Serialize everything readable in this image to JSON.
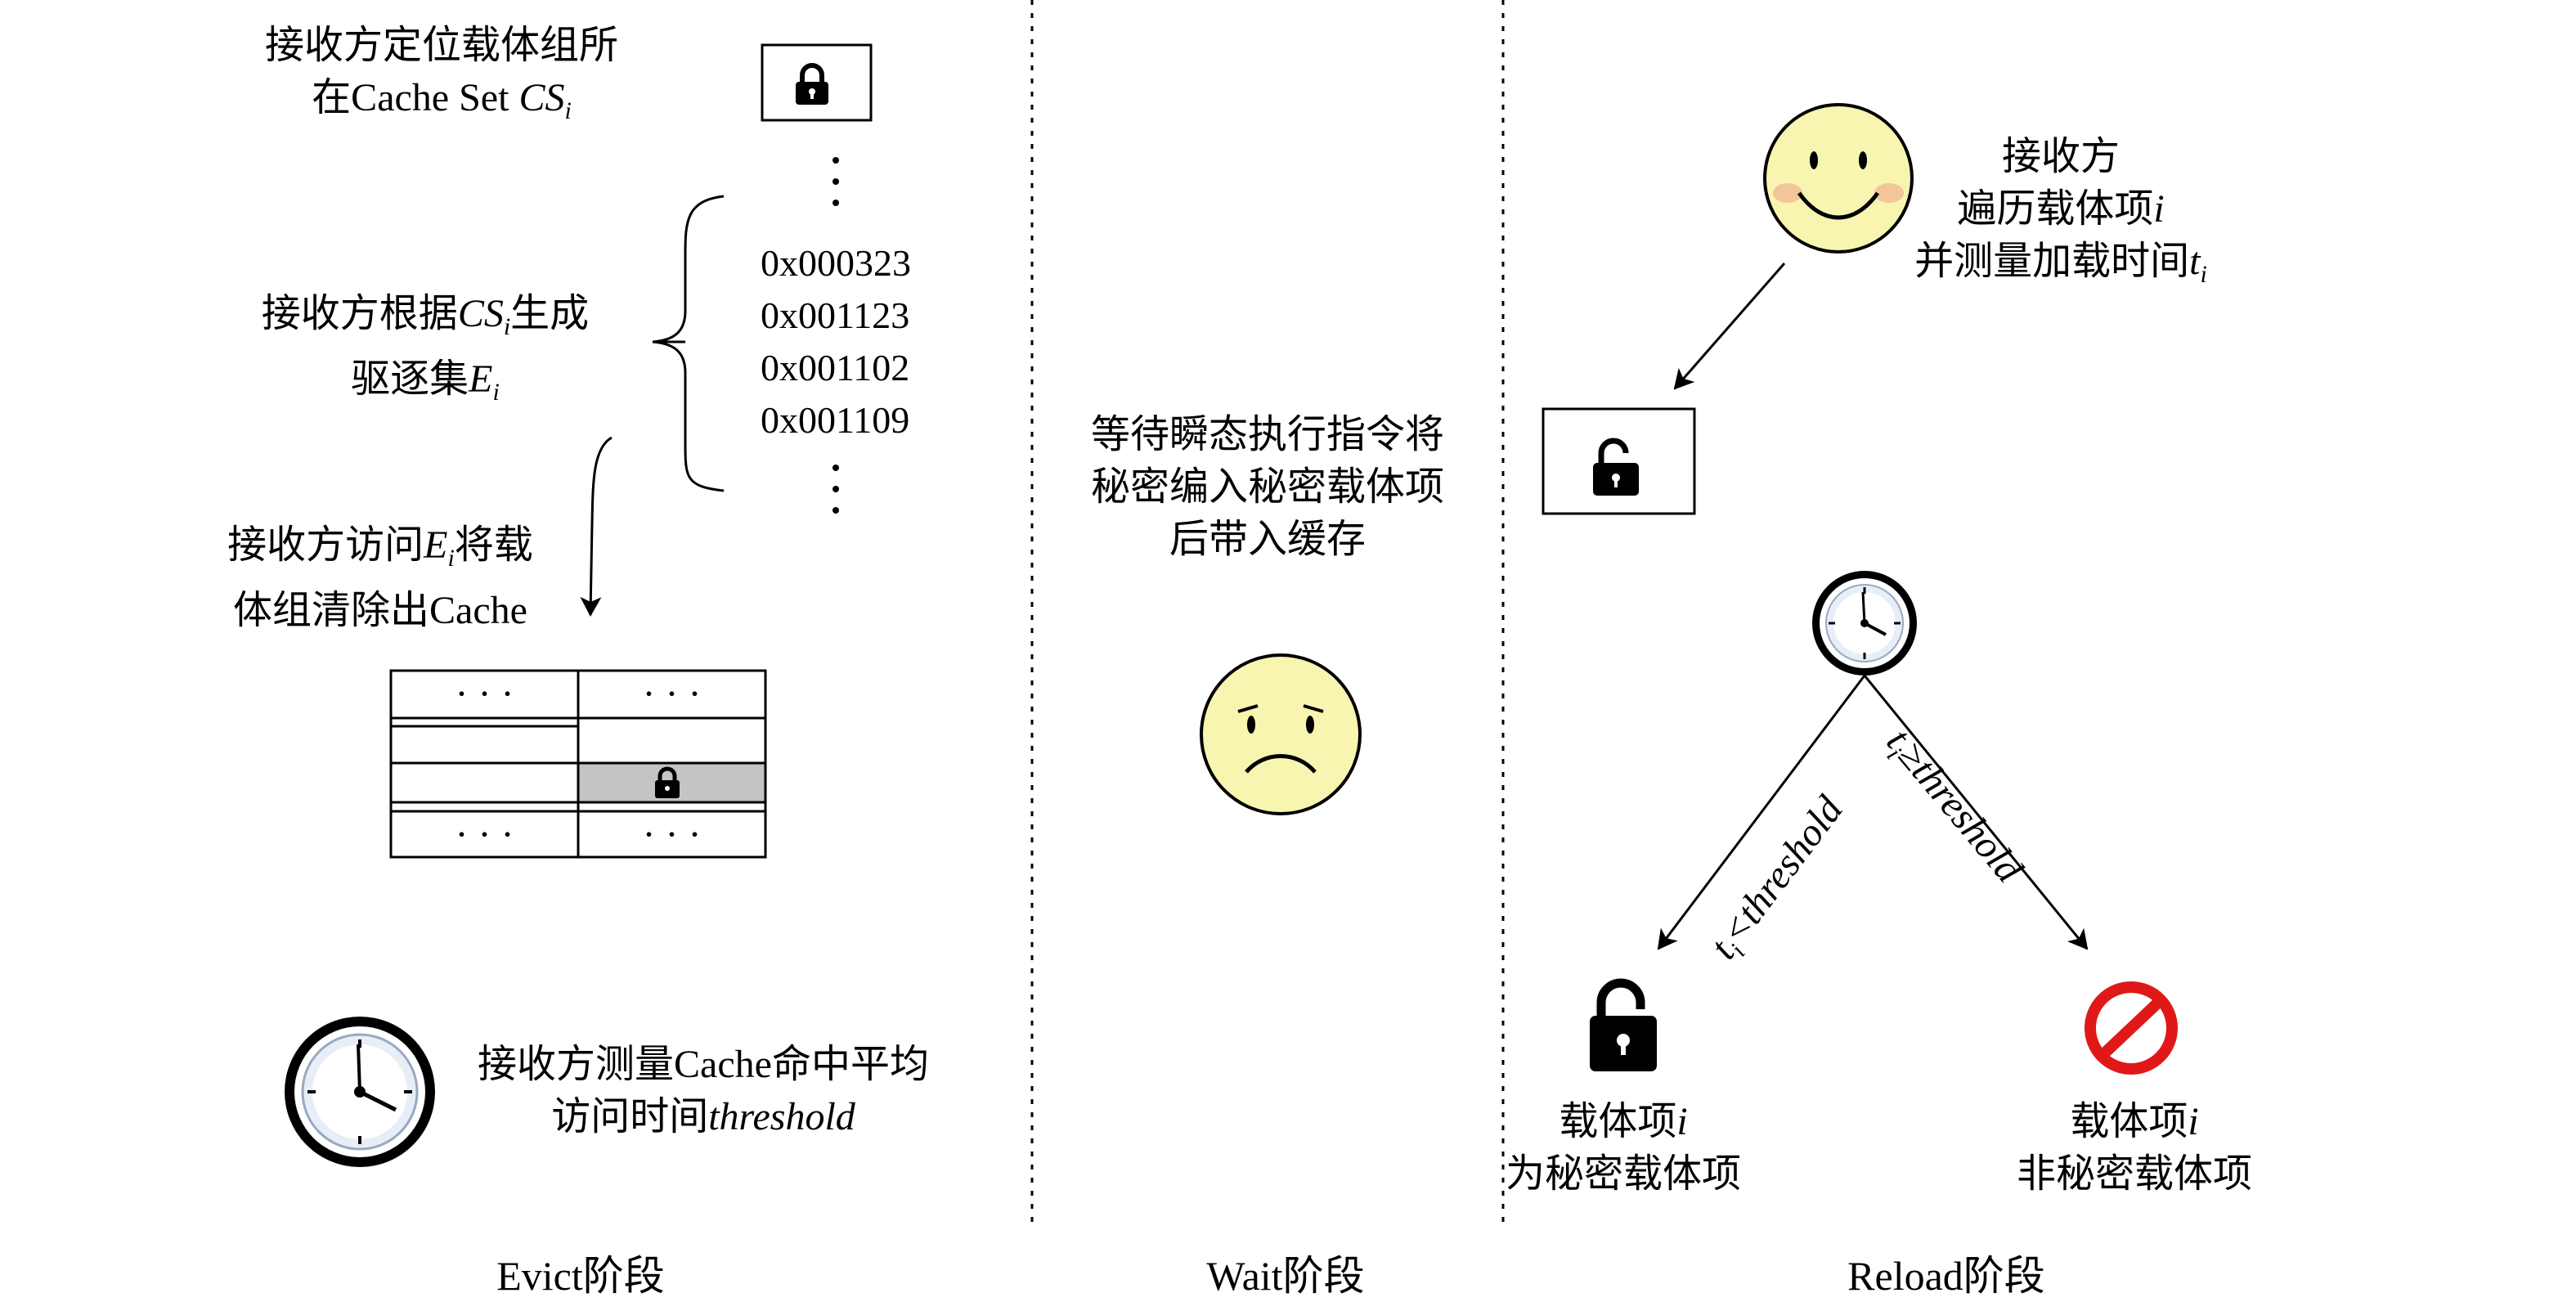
{
  "evict": {
    "locate_line1": "接收方定位载体组所",
    "locate_line2_pre": "在Cache Set ",
    "locate_var": "CS",
    "locate_sub": "i",
    "gen_line1_pre": "接收方根据",
    "gen_var": "CS",
    "gen_sub": "i",
    "gen_line1_post": "生成",
    "gen_line2_pre": "驱逐集",
    "gen_var2": "E",
    "gen_sub2": "i",
    "addresses": [
      "0x000323",
      "0x001123",
      "0x001102",
      "0x001109"
    ],
    "access_line1_pre": "接收方访问",
    "access_var": "E",
    "access_sub": "i",
    "access_line1_post": "将载",
    "access_line2": "体组清除出Cache",
    "cache_cell_dots": "· · ·",
    "measure_line1": "接收方测量Cache命中平均",
    "measure_line2_pre": "访问时间",
    "measure_var": "threshold",
    "stage_label": "Evict阶段"
  },
  "wait": {
    "line1": "等待瞬态执行指令将",
    "line2": "秘密编入秘密载体项",
    "line3": "后带入缓存",
    "stage_label": "Wait阶段"
  },
  "reload": {
    "line1": "接收方",
    "line2_pre": "遍历载体项",
    "line2_var": "i",
    "line3_pre": "并测量加载时间",
    "line3_var": "t",
    "line3_sub": "i",
    "branch_left_var": "t",
    "branch_left_sub": "i",
    "branch_left_rest": "<threshold",
    "branch_right_var": "t",
    "branch_right_sub": "i",
    "branch_right_rest": "≥threshold",
    "result_left_line1_pre": "载体项",
    "result_left_var": "i",
    "result_left_line2": "为秘密载体项",
    "result_right_line1_pre": "载体项",
    "result_right_var": "i",
    "result_right_line2": "非秘密载体项",
    "stage_label": "Reload阶段"
  },
  "colors": {
    "face_fill": "#f7f5b0",
    "cheek": "#f2c59a",
    "clock_face": "#e8eef8",
    "cache_highlight": "#c4c4c4",
    "forbidden": "#e01818"
  },
  "icons": [
    "lock-icon",
    "unlock-icon",
    "clock-icon",
    "happy-face-icon",
    "sad-face-icon",
    "forbidden-icon"
  ]
}
